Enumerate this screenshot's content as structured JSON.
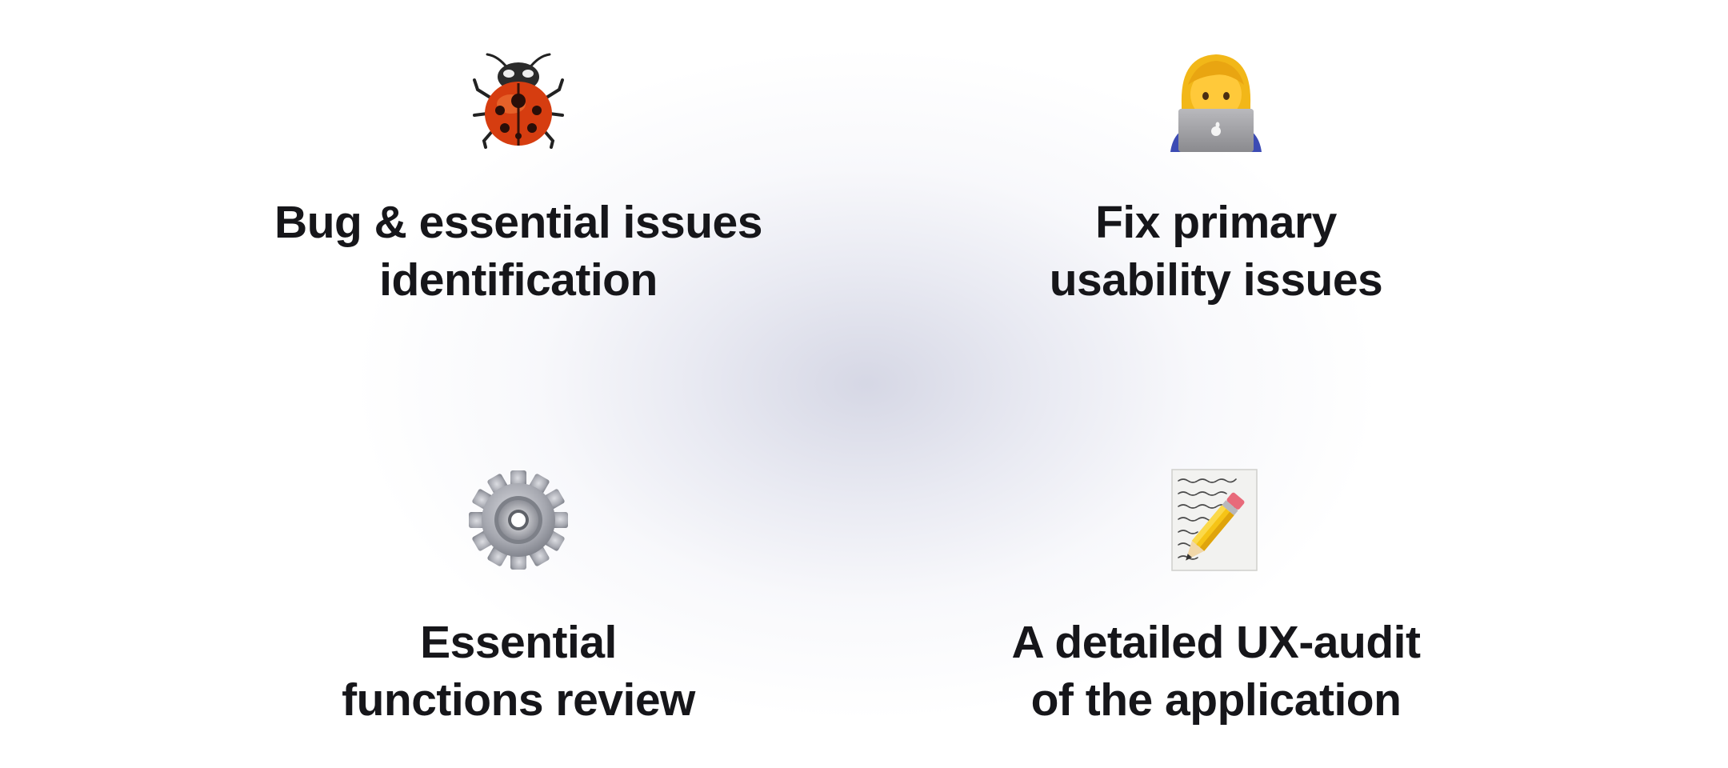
{
  "features": [
    {
      "icon": "ladybug-icon",
      "line1": "Bug & essential issues",
      "line2": "identification"
    },
    {
      "icon": "woman-technologist-icon",
      "line1": "Fix primary",
      "line2": "usability issues"
    },
    {
      "icon": "gear-icon",
      "line1": "Essential",
      "line2": "functions review"
    },
    {
      "icon": "memo-pencil-icon",
      "line1": "A detailed UX-audit",
      "line2": "of the application"
    }
  ]
}
